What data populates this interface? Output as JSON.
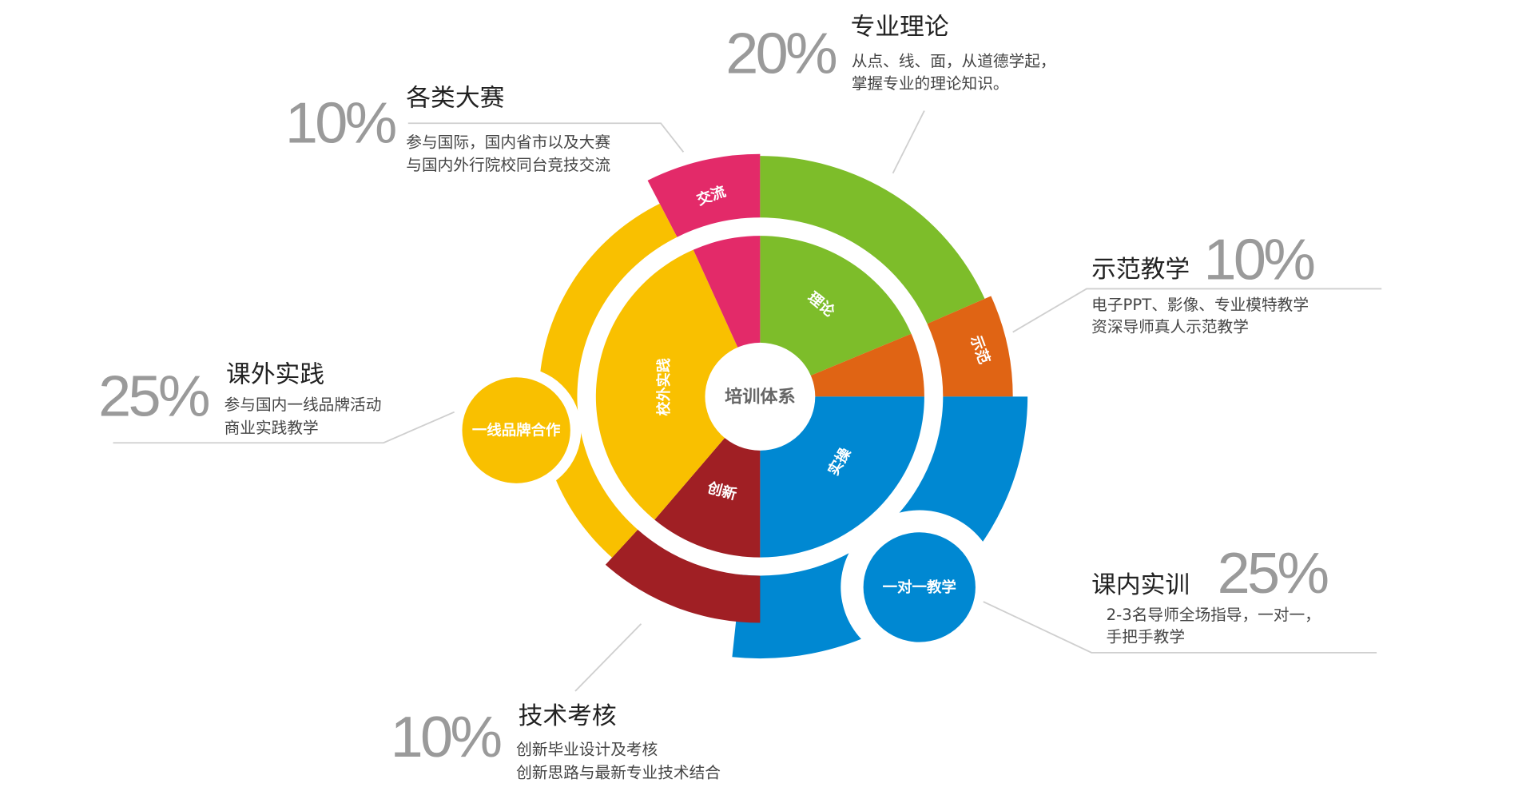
{
  "center_label": "培训体系",
  "inner_segments": [
    {
      "label": "理论",
      "color": "#7dbd2a"
    },
    {
      "label": "",
      "color": "#e06414"
    },
    {
      "label": "实操",
      "color": "#0088d2"
    },
    {
      "label": "创新",
      "color": "#a01f24"
    },
    {
      "label": "校外实践",
      "color": "#f9c000"
    },
    {
      "label": "",
      "color": "#e32a69"
    }
  ],
  "outer_segments": [
    {
      "label": "交流",
      "color": "#e32a69"
    },
    {
      "label": "",
      "color": "#7dbd2a"
    },
    {
      "label": "示范",
      "color": "#e06414"
    },
    {
      "label": "",
      "color": "#0088d2"
    },
    {
      "label": "",
      "color": "#a01f24"
    },
    {
      "label": "",
      "color": "#f9c000"
    }
  ],
  "bubbles": {
    "brand": {
      "label": "一线品牌合作",
      "color": "#f9c000"
    },
    "one_on_one": {
      "label": "一对一教学",
      "color": "#0088d2"
    }
  },
  "callouts": {
    "theory": {
      "percent": "20%",
      "title": "专业理论",
      "lines": [
        "从点、线、面，从道德学起，",
        "掌握专业的理论知识。"
      ]
    },
    "competition": {
      "percent": "10%",
      "title": "各类大赛",
      "lines": [
        "参与国际，国内省市以及大赛",
        "与国内外行院校同台竞技交流"
      ]
    },
    "demo": {
      "percent": "10%",
      "title": "示范教学",
      "lines": [
        "电子PPT、影像、专业模特教学",
        "资深导师真人示范教学"
      ]
    },
    "practice": {
      "percent": "25%",
      "title": "课外实践",
      "lines": [
        "参与国内一线品牌活动",
        "商业实践教学"
      ]
    },
    "training": {
      "percent": "25%",
      "title": "课内实训",
      "lines": [
        "2-3名导师全场指导，一对一，",
        "手把手教学"
      ]
    },
    "assessment": {
      "percent": "10%",
      "title": "技术考核",
      "lines": [
        "创新毕业设计及考核",
        "创新思路与最新专业技术结合"
      ]
    }
  }
}
